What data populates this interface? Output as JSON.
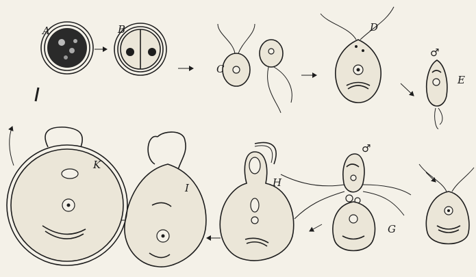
{
  "figure": {
    "labels": {
      "A": "A",
      "B": "B",
      "C": "C",
      "D": "D",
      "E": "E",
      "G": "G",
      "H": "H",
      "I": "I",
      "K": "K"
    },
    "symbols": {
      "male_E": "♂",
      "male_G": "♂"
    }
  }
}
